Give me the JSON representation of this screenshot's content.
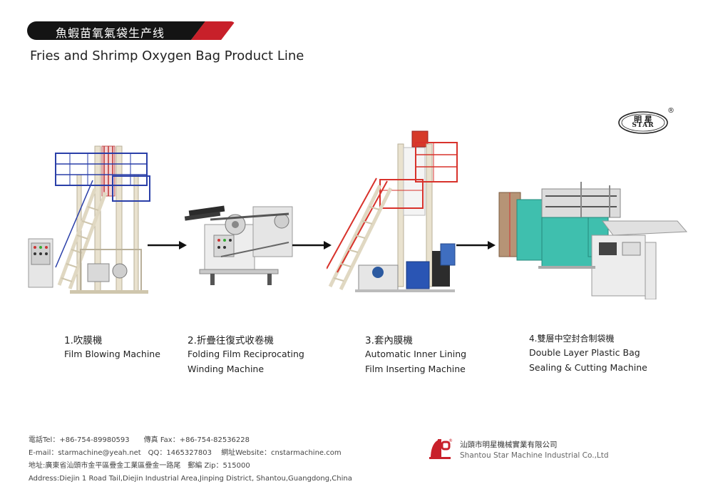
{
  "header": {
    "title_cn": "魚蝦苗氧氣袋生产线",
    "title_en": "Fries and Shrimp Oxygen Bag Product Line"
  },
  "logo": {
    "cn": "明 星",
    "en": "STAR",
    "reg": "®"
  },
  "machines": [
    {
      "title": "1.吹膜機",
      "en_line1": "Film Blowing Machine",
      "en_line2": ""
    },
    {
      "title": "2.折疊往復式收卷機",
      "en_line1": "Folding Film Reciprocating",
      "en_line2": "Winding Machine"
    },
    {
      "title": "3.套內膜機",
      "en_line1": "Automatic Inner Lining",
      "en_line2": "Film Inserting Machine"
    },
    {
      "title": "4.雙層中空封合制袋機",
      "en_line1": "Double Layer Plastic Bag",
      "en_line2": "Sealing & Cutting Machine"
    }
  ],
  "footer": {
    "line1": "電話Tel：+86-754-89980593　　傳真 Fax：+86-754-82536228",
    "line2": "E-mail：starmachine@yeah.net　QQ：1465327803　 網址Website：cnstarmachine.com",
    "line3": "地址:廣東省汕頭市金平區疊金工業區疊金一路尾　郵編 Zip：515000",
    "line4": "Address:Diejin 1 Road Tail,Diejin Industrial Area,Jinping District, Shantou,Guangdong,China"
  },
  "company": {
    "name_cn": "汕頭市明星機械實業有限公司",
    "name_en": "Shantou Star Machine Industrial Co.,Ltd"
  },
  "colors": {
    "banner_black": "#141414",
    "banner_red": "#c8202a",
    "rail_blue": "#2a3fa8",
    "rail_red": "#d8322b",
    "frame_cream": "#e9e2cf",
    "panel_teal": "#3fbfae",
    "logo_red": "#c8202a"
  }
}
